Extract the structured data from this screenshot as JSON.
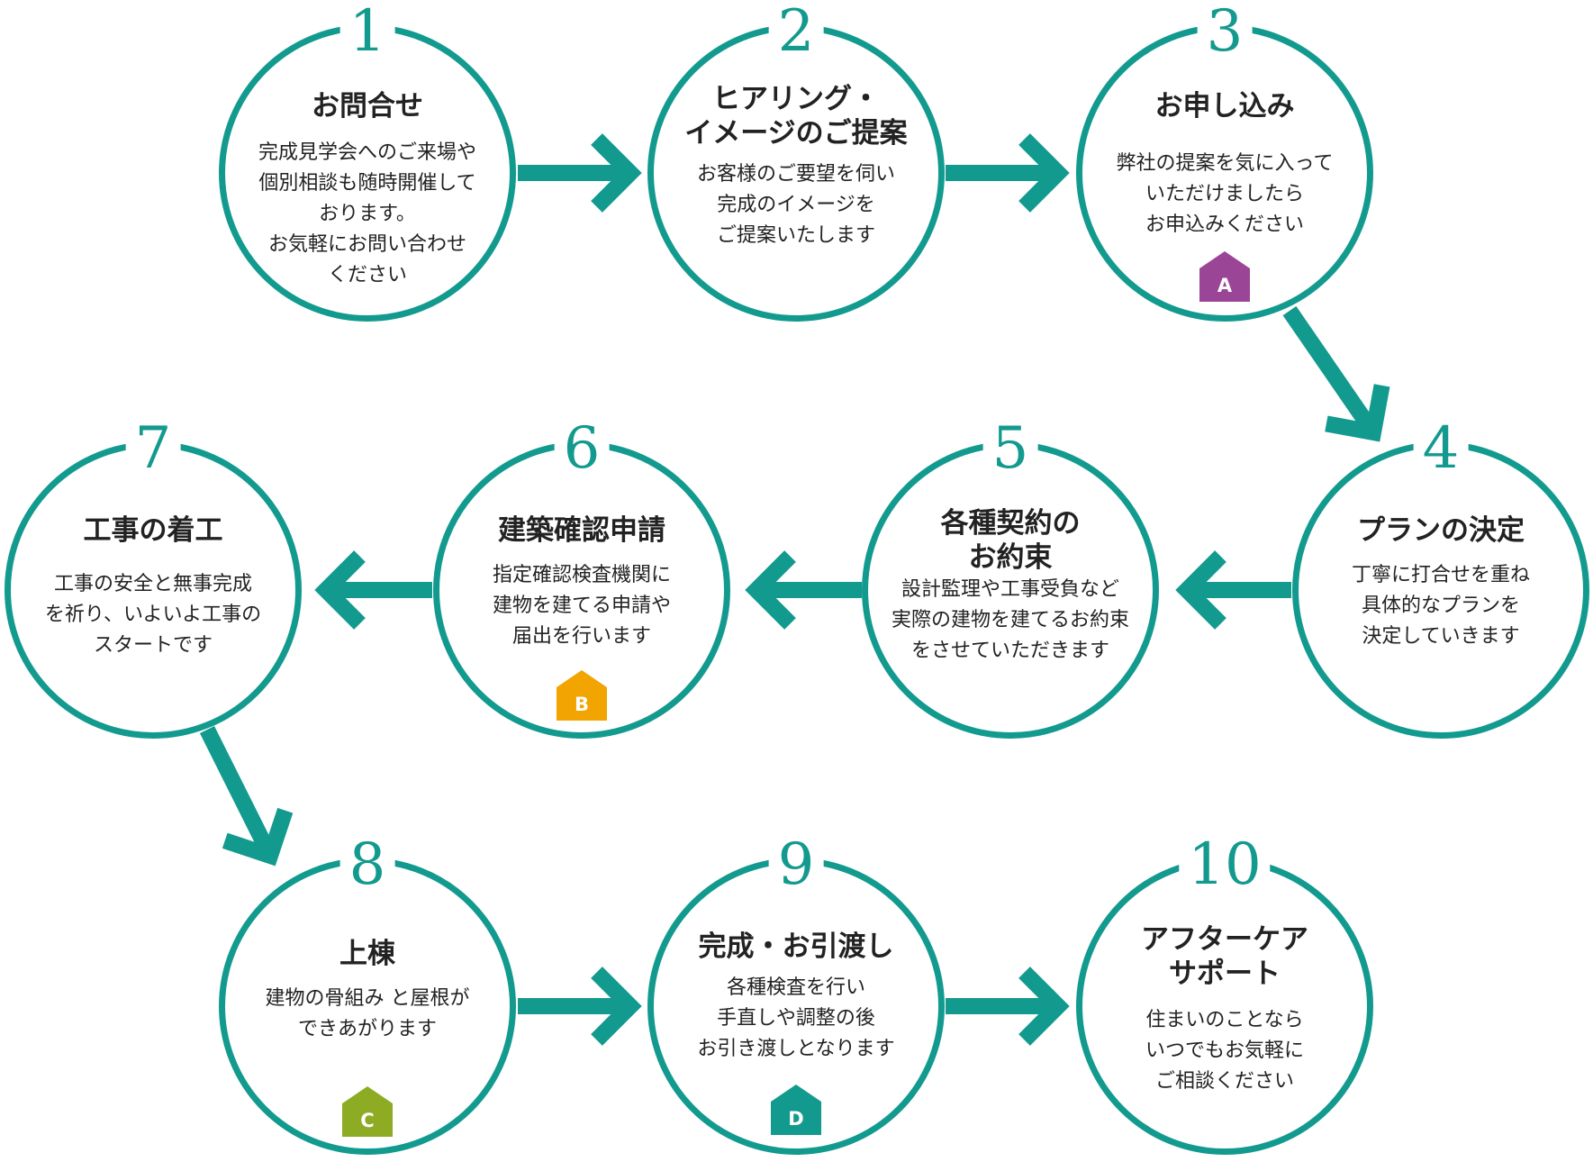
{
  "colors": {
    "accent": "#139a8e",
    "badge_A": "#9b4597",
    "badge_B": "#f2a400",
    "badge_C": "#8eab24",
    "badge_D": "#139a8e"
  },
  "steps": [
    {
      "number": "1",
      "title": "お問合せ",
      "description": "完成見学会へのご来場や\n個別相談も随時開催して\nおります。\nお気軽にお問い合わせ\nください"
    },
    {
      "number": "2",
      "title": "ヒアリング・\nイメージのご提案",
      "description": "お客様のご要望を伺い\n完成のイメージを\nご提案いたします"
    },
    {
      "number": "3",
      "title": "お申し込み",
      "description": "弊社の提案を気に入って\nいただけましたら\nお申込みください",
      "badge": "A"
    },
    {
      "number": "4",
      "title": "プランの決定",
      "description": "丁寧に打合せを重ね\n具体的なプランを\n決定していきます"
    },
    {
      "number": "5",
      "title": "各種契約の\nお約束",
      "description": "設計監理や工事受負など\n実際の建物を建てるお約束\nをさせていただきます"
    },
    {
      "number": "6",
      "title": "建築確認申請",
      "description": "指定確認検査機関に\n建物を建てる申請や\n届出を行います",
      "badge": "B"
    },
    {
      "number": "7",
      "title": "工事の着工",
      "description": "工事の安全と無事完成\nを祈り、いよいよ工事の\nスタートです"
    },
    {
      "number": "8",
      "title": "上棟",
      "description": "建物の骨組み と屋根が\nできあがります",
      "badge": "C"
    },
    {
      "number": "9",
      "title": "完成・お引渡し",
      "description": "各種検査を行い\n手直しや調整の後\nお引き渡しとなります",
      "badge": "D"
    },
    {
      "number": "10",
      "title": "アフターケア\nサポート",
      "description": "住まいのことなら\nいつでもお気軽に\nご相談ください"
    }
  ]
}
